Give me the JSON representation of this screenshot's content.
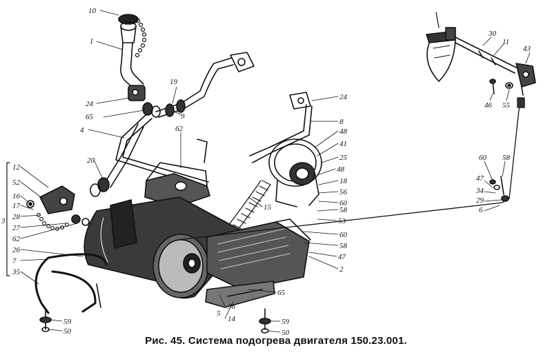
{
  "caption": "Рис. 45. Система подогрева двигателя 150.23.001.",
  "labels": [
    {
      "id": "l10a",
      "text": "10"
    },
    {
      "id": "l1",
      "text": "1"
    },
    {
      "id": "l24a",
      "text": "24"
    },
    {
      "id": "l65a",
      "text": "65"
    },
    {
      "id": "l4",
      "text": "4"
    },
    {
      "id": "l19",
      "text": "19"
    },
    {
      "id": "l9",
      "text": "9"
    },
    {
      "id": "l62a",
      "text": "62"
    },
    {
      "id": "l24b",
      "text": "24"
    },
    {
      "id": "l8",
      "text": "8"
    },
    {
      "id": "l48a",
      "text": "48"
    },
    {
      "id": "l41",
      "text": "41"
    },
    {
      "id": "l25",
      "text": "25"
    },
    {
      "id": "l48b",
      "text": "48"
    },
    {
      "id": "l18",
      "text": "18"
    },
    {
      "id": "l56",
      "text": "56"
    },
    {
      "id": "l60a",
      "text": "60"
    },
    {
      "id": "l58a",
      "text": "58"
    },
    {
      "id": "l53",
      "text": "53"
    },
    {
      "id": "l60b",
      "text": "60"
    },
    {
      "id": "l58b",
      "text": "58"
    },
    {
      "id": "l47a",
      "text": "47"
    },
    {
      "id": "l2",
      "text": "2"
    },
    {
      "id": "l15",
      "text": "15"
    },
    {
      "id": "l20",
      "text": "20"
    },
    {
      "id": "l12",
      "text": "12"
    },
    {
      "id": "l52",
      "text": "52"
    },
    {
      "id": "l16",
      "text": "16"
    },
    {
      "id": "l17",
      "text": "17"
    },
    {
      "id": "l28",
      "text": "28"
    },
    {
      "id": "l27",
      "text": "27"
    },
    {
      "id": "l62b",
      "text": "62"
    },
    {
      "id": "l26",
      "text": "26"
    },
    {
      "id": "l3",
      "text": "3"
    },
    {
      "id": "l7",
      "text": "7"
    },
    {
      "id": "l35",
      "text": "35"
    },
    {
      "id": "l59a",
      "text": "59"
    },
    {
      "id": "l50a",
      "text": "50"
    },
    {
      "id": "l36",
      "text": "36"
    },
    {
      "id": "l14",
      "text": "14"
    },
    {
      "id": "l5",
      "text": "5"
    },
    {
      "id": "l59b",
      "text": "59"
    },
    {
      "id": "l50b",
      "text": "50"
    },
    {
      "id": "l65b",
      "text": "65"
    },
    {
      "id": "l30",
      "text": "30"
    },
    {
      "id": "l11",
      "text": "11"
    },
    {
      "id": "l43",
      "text": "43"
    },
    {
      "id": "l46",
      "text": "46"
    },
    {
      "id": "l55",
      "text": "55"
    },
    {
      "id": "l60c",
      "text": "60"
    },
    {
      "id": "l58c",
      "text": "58"
    },
    {
      "id": "l47b",
      "text": "47"
    },
    {
      "id": "l34",
      "text": "34"
    },
    {
      "id": "l29",
      "text": "29"
    },
    {
      "id": "l6",
      "text": "6"
    }
  ]
}
